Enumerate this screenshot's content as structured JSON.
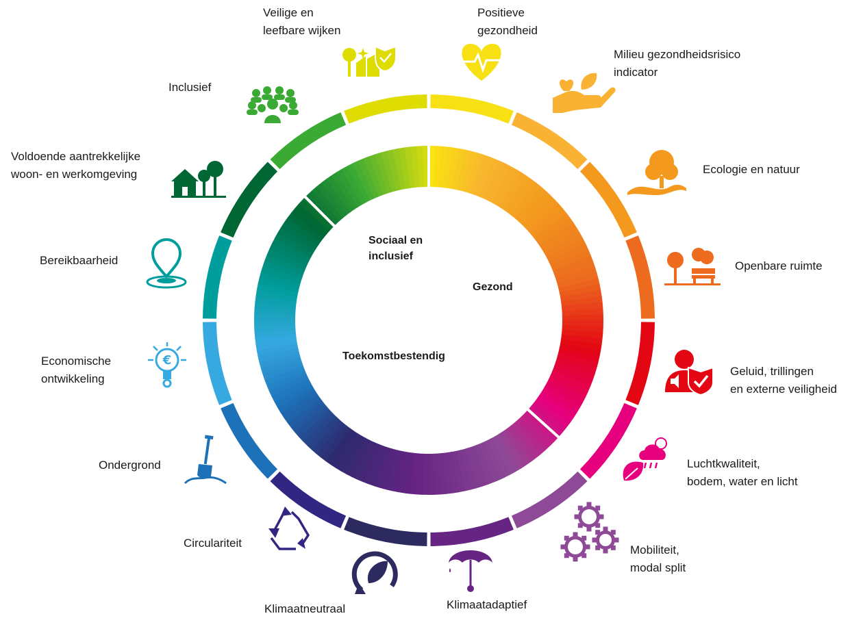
{
  "center_labels": {
    "social": "Sociaal en\ninclusief",
    "healthy": "Gezond",
    "future": "Toekomstbestendig"
  },
  "themes": [
    {
      "id": "positieve-gezondheid",
      "label": "Positieve\ngezondheid",
      "color": "#F7E014",
      "icon": "heart-pulse-icon"
    },
    {
      "id": "milieu-gezondheidsrisico",
      "label": "Milieu gezondheidsrisico\nindicator",
      "color": "#F9B233",
      "icon": "hand-heart-leaf-icon"
    },
    {
      "id": "ecologie",
      "label": "Ecologie en natuur",
      "color": "#F39A1E",
      "icon": "tree-landscape-icon"
    },
    {
      "id": "openbare-ruimte",
      "label": "Openbare ruimte",
      "color": "#EC6B1E",
      "icon": "park-bench-icon"
    },
    {
      "id": "geluid",
      "label": "Geluid, trillingen\nen externe veiligheid",
      "color": "#E30613",
      "icon": "person-shield-sound-icon"
    },
    {
      "id": "luchtkwaliteit",
      "label": "Luchtkwaliteit,\nbodem, water en licht",
      "color": "#E6007E",
      "icon": "cloud-sun-leaf-icon"
    },
    {
      "id": "mobiliteit",
      "label": "Mobiliteit,\nmodal split",
      "color": "#8E4A97",
      "icon": "mobility-gears-icon"
    },
    {
      "id": "klimaatadaptief",
      "label": "Klimaatadaptief",
      "color": "#662483",
      "icon": "umbrella-thermometer-icon"
    },
    {
      "id": "klimaatneutraal",
      "label": "Klimaatneutraal",
      "color": "#2D2A5F",
      "icon": "leaf-cycle-icon"
    },
    {
      "id": "circulariteit",
      "label": "Circulariteit",
      "color": "#312783",
      "icon": "recycle-icon"
    },
    {
      "id": "ondergrond",
      "label": "Ondergrond",
      "color": "#1D71B8",
      "icon": "shovel-icon"
    },
    {
      "id": "economische-ontwikkeling",
      "label": "Economische\nontwikkeling",
      "color": "#36A9E1",
      "icon": "euro-lightbulb-icon"
    },
    {
      "id": "bereikbaarheid",
      "label": "Bereikbaarheid",
      "color": "#009D9D",
      "icon": "location-pin-icon"
    },
    {
      "id": "woon-werkomgeving",
      "label": "Voldoende aantrekkelijke\nwoon- en werkomgeving",
      "color": "#006633",
      "icon": "house-trees-icon"
    },
    {
      "id": "inclusief",
      "label": "Inclusief",
      "color": "#3AAA35",
      "icon": "people-group-icon"
    },
    {
      "id": "veilige-wijken",
      "label": "Veilige en\nleefbare wijken",
      "color": "#DEDC00",
      "icon": "neighbourhood-shield-icon"
    }
  ]
}
